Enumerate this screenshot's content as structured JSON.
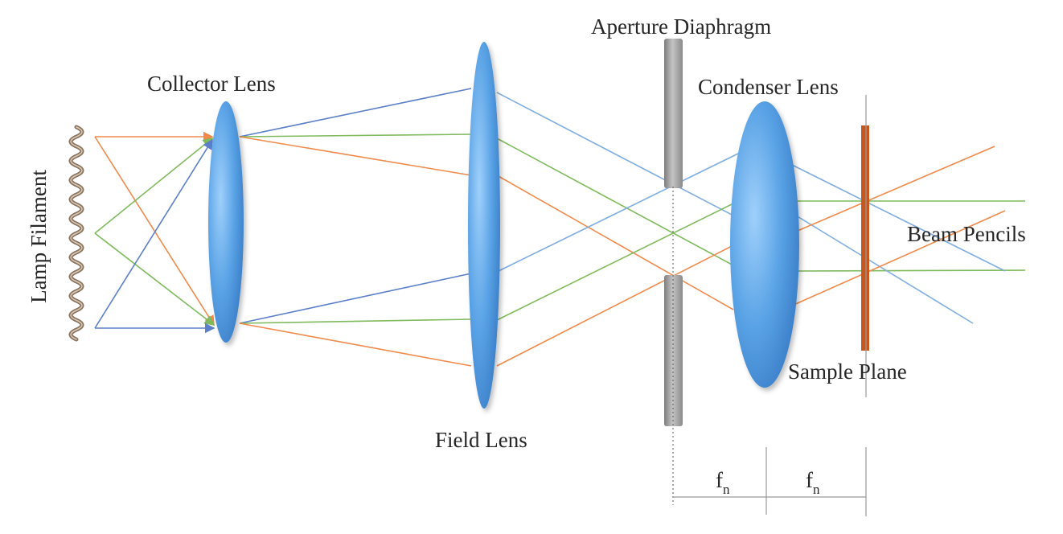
{
  "title": "Köhler illumination optical path",
  "labels": {
    "lamp_filament": "Lamp Filament",
    "collector_lens": "Collector Lens",
    "field_lens": "Field Lens",
    "aperture_diaphragm": "Aperture Diaphragm",
    "condenser_lens": "Condenser Lens",
    "sample_plane": "Sample Plane",
    "beam_pencils": "Beam Pencils",
    "focal_length_1": "f",
    "focal_length_1_sub": "n",
    "focal_length_2": "f",
    "focal_length_2_sub": "n"
  },
  "colors": {
    "ray_orange": "#f08a4b",
    "ray_green": "#7fba5c",
    "ray_blue": "#5b7fc8",
    "ray_lightblue": "#7eaee0",
    "lens": "#5aa3e6",
    "aperture": "#9e9e9e",
    "sample_plane": "#c8571e",
    "filament": "#8a7460"
  }
}
